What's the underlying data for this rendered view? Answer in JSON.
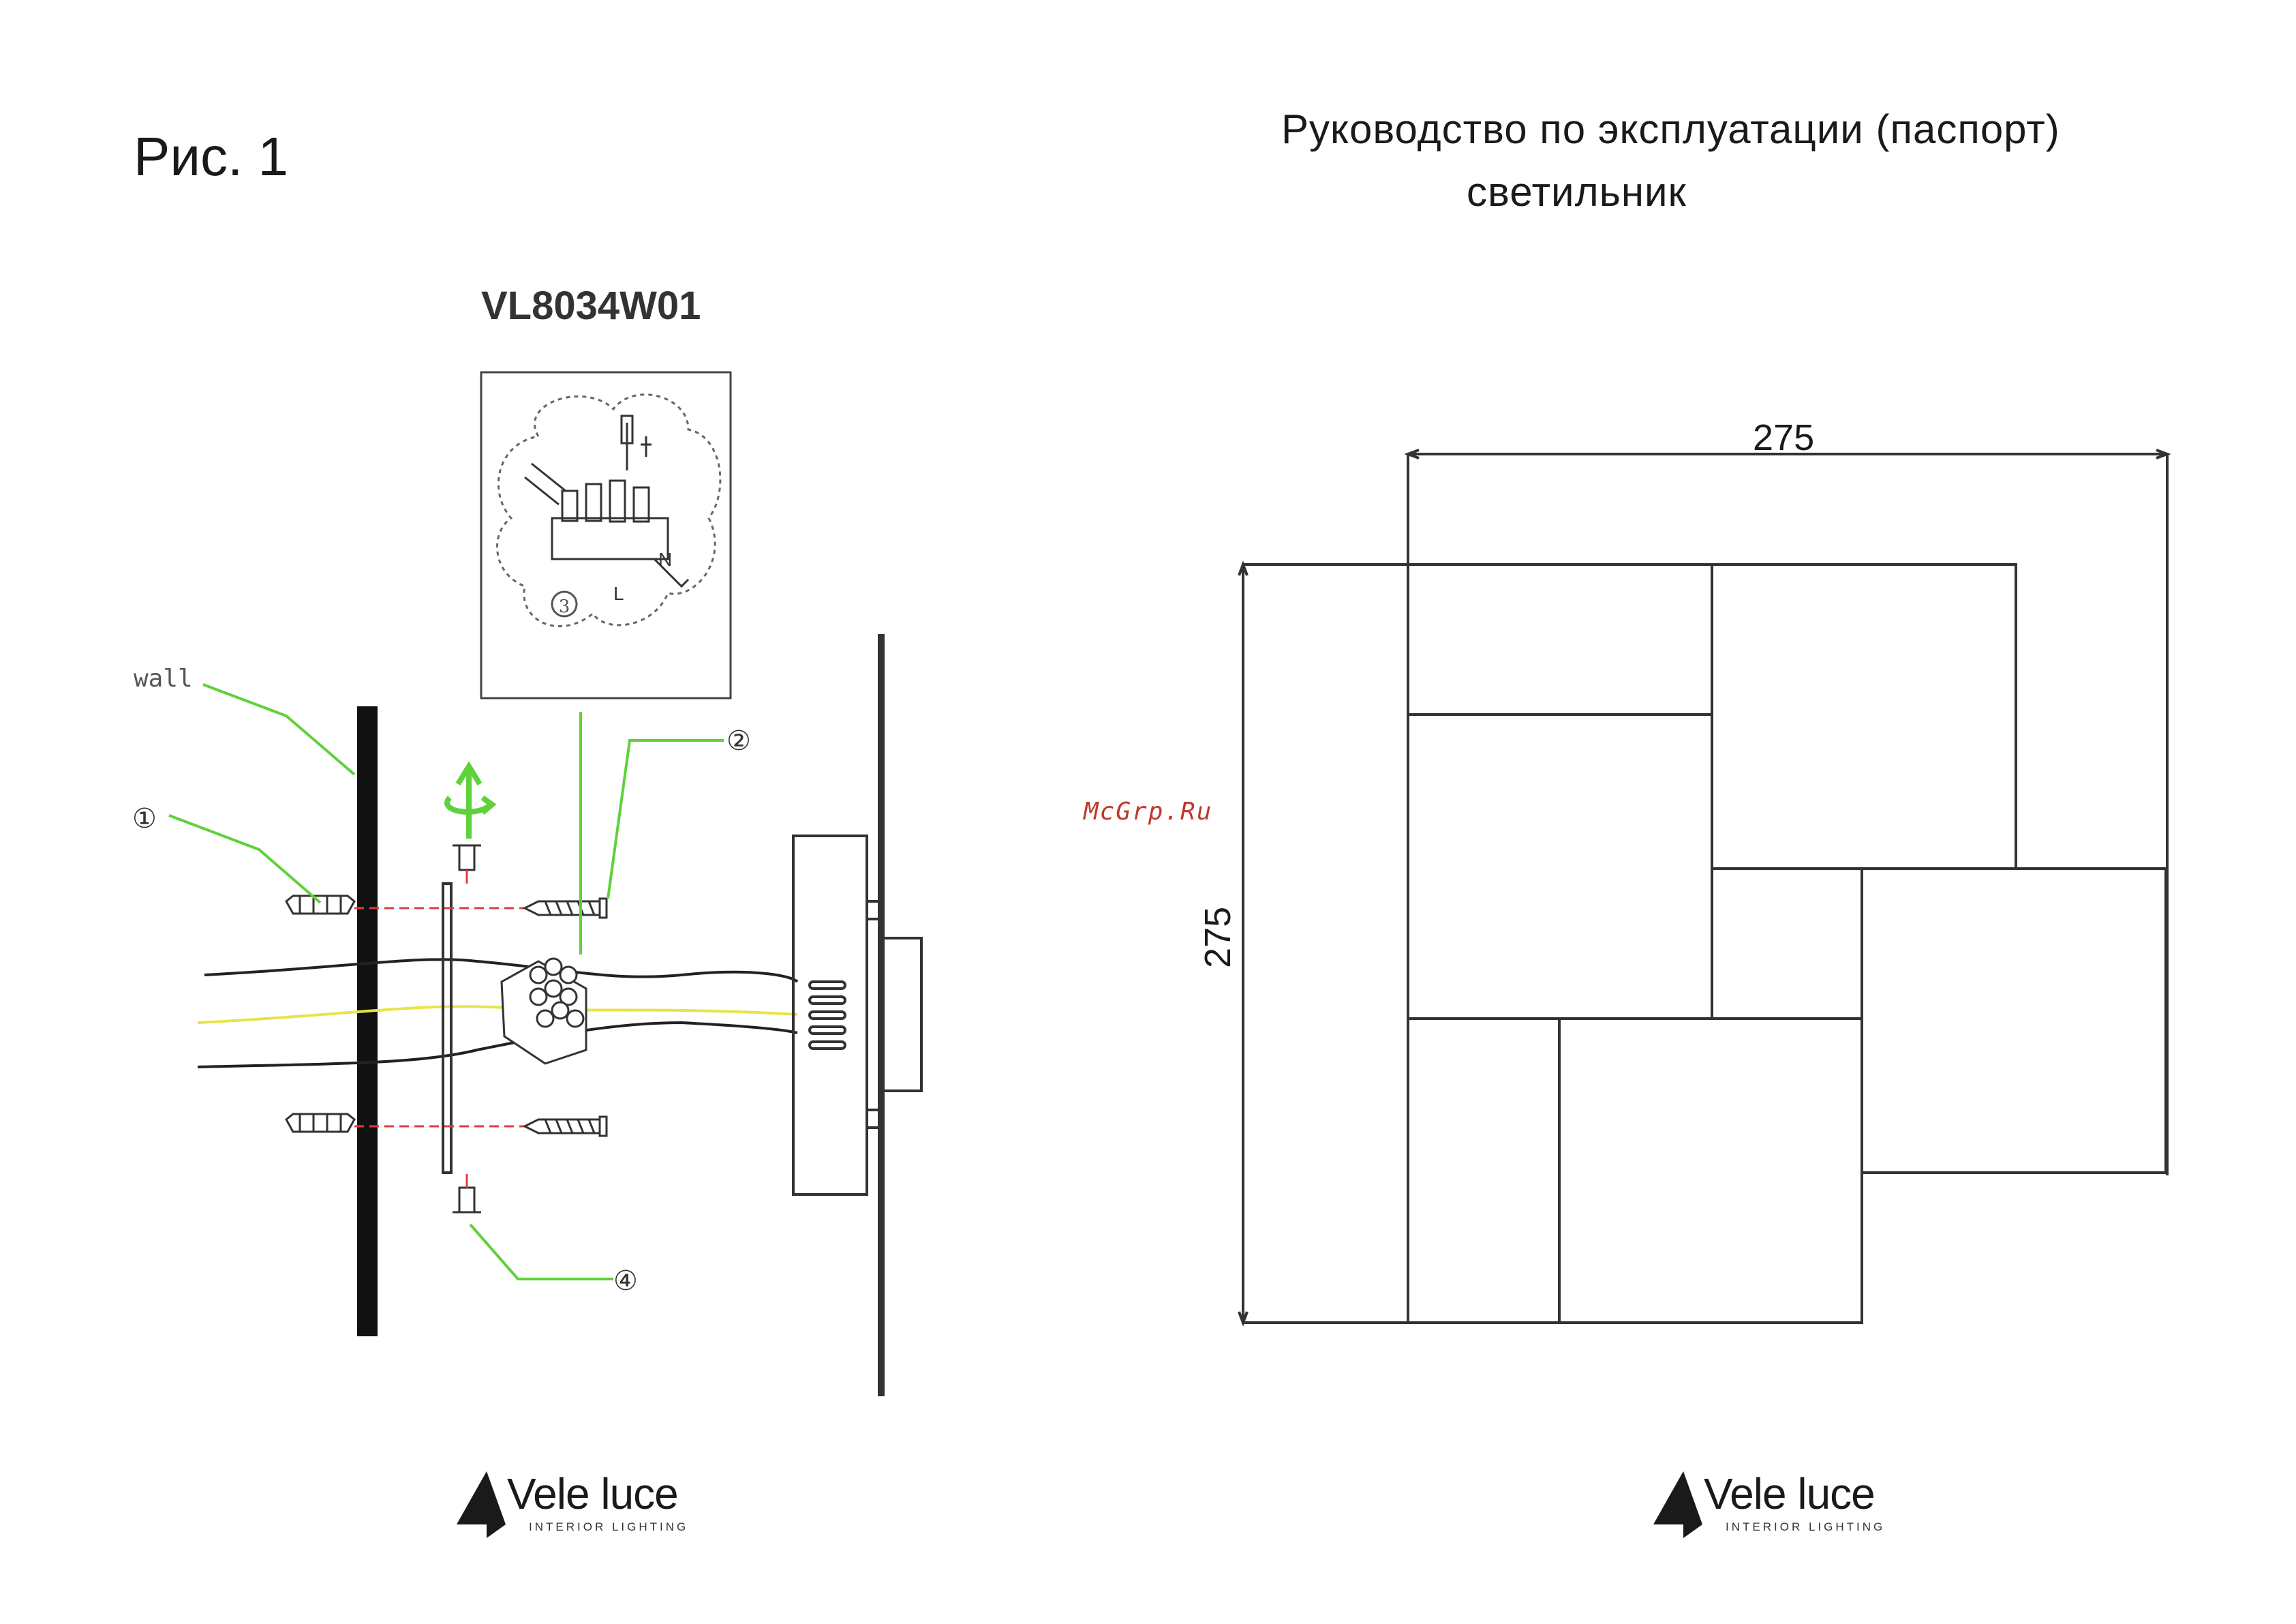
{
  "header": {
    "figure_label": "Рис. 1",
    "title": "Руководство по эксплуатации (паспорт)",
    "subtitle": "светильник"
  },
  "installation": {
    "model_code": "VL8034W01",
    "wall_label": "wall",
    "callouts": [
      "①",
      "②",
      "③",
      "④"
    ],
    "terminal_labels": {
      "neutral": "N",
      "live": "L"
    }
  },
  "dimensions": {
    "width": "275",
    "height": "275"
  },
  "watermark": "McGrp.Ru",
  "logo": {
    "brand": "Vele luce",
    "tagline": "INTERIOR LIGHTING"
  },
  "colors": {
    "leader": "#5fd13a",
    "screw_line": "#e23b3b",
    "ground_wire": "#e8e34a",
    "ink": "#1a1a1a"
  }
}
